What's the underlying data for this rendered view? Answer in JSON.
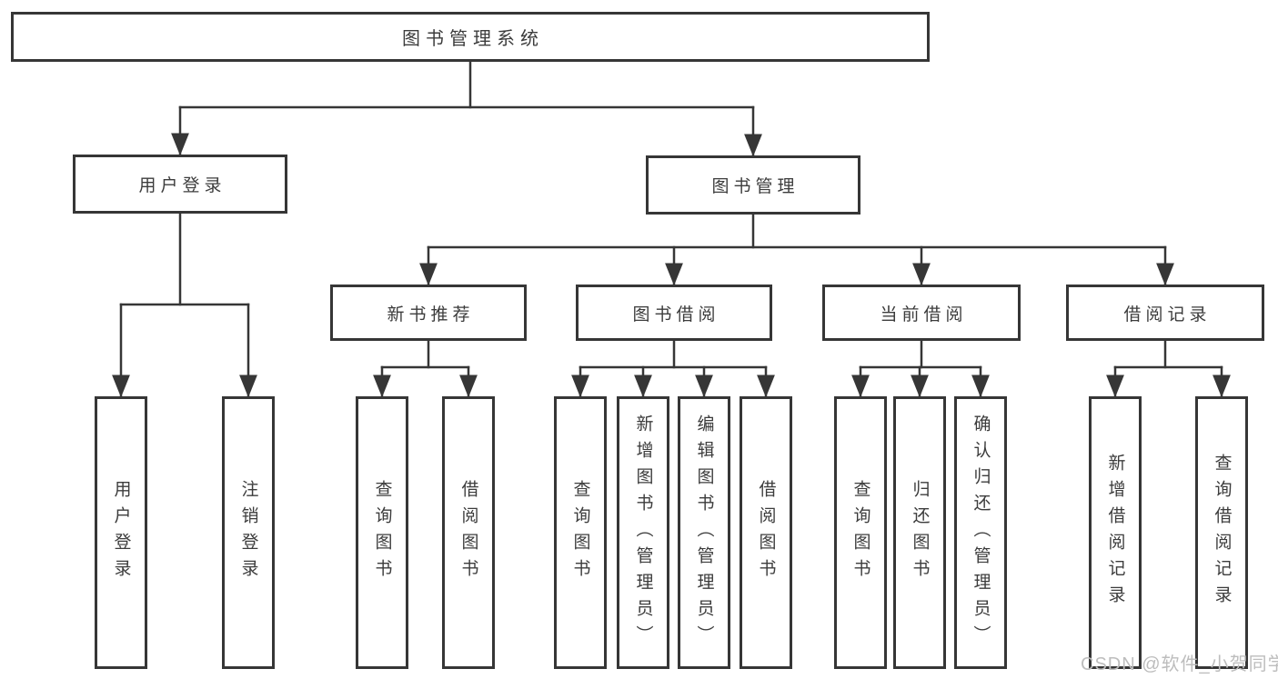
{
  "diagram_title": "图书管理系统",
  "nodes": {
    "root": "图书管理系统",
    "user_login": "用户登录",
    "book_mgmt": "图书管理",
    "new_books": "新书推荐",
    "book_borrow": "图书借阅",
    "current_borrow": "当前借阅",
    "borrow_records": "借阅记录",
    "ul_login": "用户登录",
    "ul_logout": "注销登录",
    "nb_query": "查询图书",
    "nb_borrow": "借阅图书",
    "bb_query": "查询图书",
    "bb_add": "新增图书（管理员）",
    "bb_edit": "编辑图书（管理员）",
    "bb_borrow": "借阅图书",
    "cb_query": "查询图书",
    "cb_return": "归还图书",
    "cb_confirm": "确认归还（管理员）",
    "br_add": "新增借阅记录",
    "br_query": "查询借阅记录"
  },
  "colors": {
    "line": "#363636",
    "text": "#3c3c3c",
    "watermark": "#bdbdbd",
    "background": "#ffffff"
  },
  "watermark": "CSDN @软件_小贺同学"
}
